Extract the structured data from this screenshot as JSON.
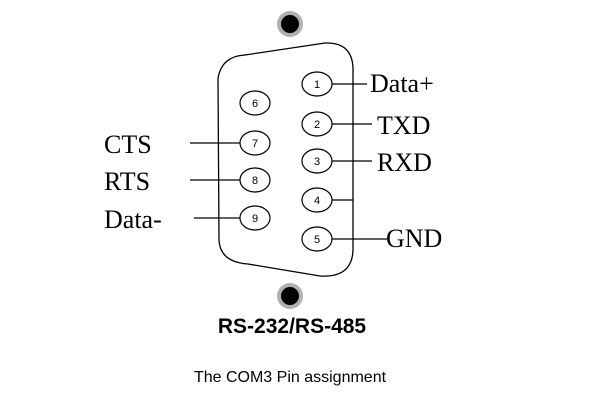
{
  "diagram": {
    "title": "RS-232/RS-485",
    "caption": "The COM3 Pin assignment",
    "pins_top_row": [
      {
        "number": "1",
        "signal": "Data+"
      },
      {
        "number": "2",
        "signal": "TXD"
      },
      {
        "number": "3",
        "signal": "RXD"
      },
      {
        "number": "4",
        "signal": ""
      },
      {
        "number": "5",
        "signal": "GND"
      }
    ],
    "pins_bottom_row": [
      {
        "number": "6",
        "signal": ""
      },
      {
        "number": "7",
        "signal": "CTS"
      },
      {
        "number": "8",
        "signal": "RTS"
      },
      {
        "number": "9",
        "signal": "Data-"
      }
    ],
    "colors": {
      "line": "#000000",
      "screw_ring": "#b0b0b0",
      "screw_dot": "#000000",
      "background": "#ffffff"
    }
  }
}
